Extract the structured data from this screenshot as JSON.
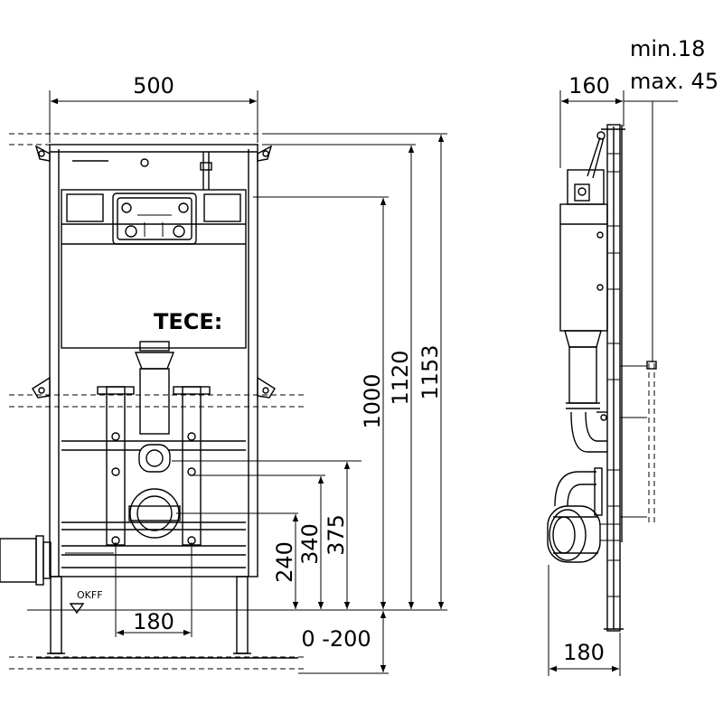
{
  "dimensions": {
    "width_500": "500",
    "height_1000": "1000",
    "height_1120": "1120",
    "height_1153": "1153",
    "height_375": "375",
    "height_340": "340",
    "height_240": "240",
    "adjust_0_200": "0 -200",
    "spacing_180_front": "180",
    "depth_160": "160",
    "wall_min": "min.18",
    "wall_max": "max. 45",
    "depth_180_side": "180"
  },
  "labels": {
    "brand": "TECE:",
    "floor_level": "OKFF"
  }
}
